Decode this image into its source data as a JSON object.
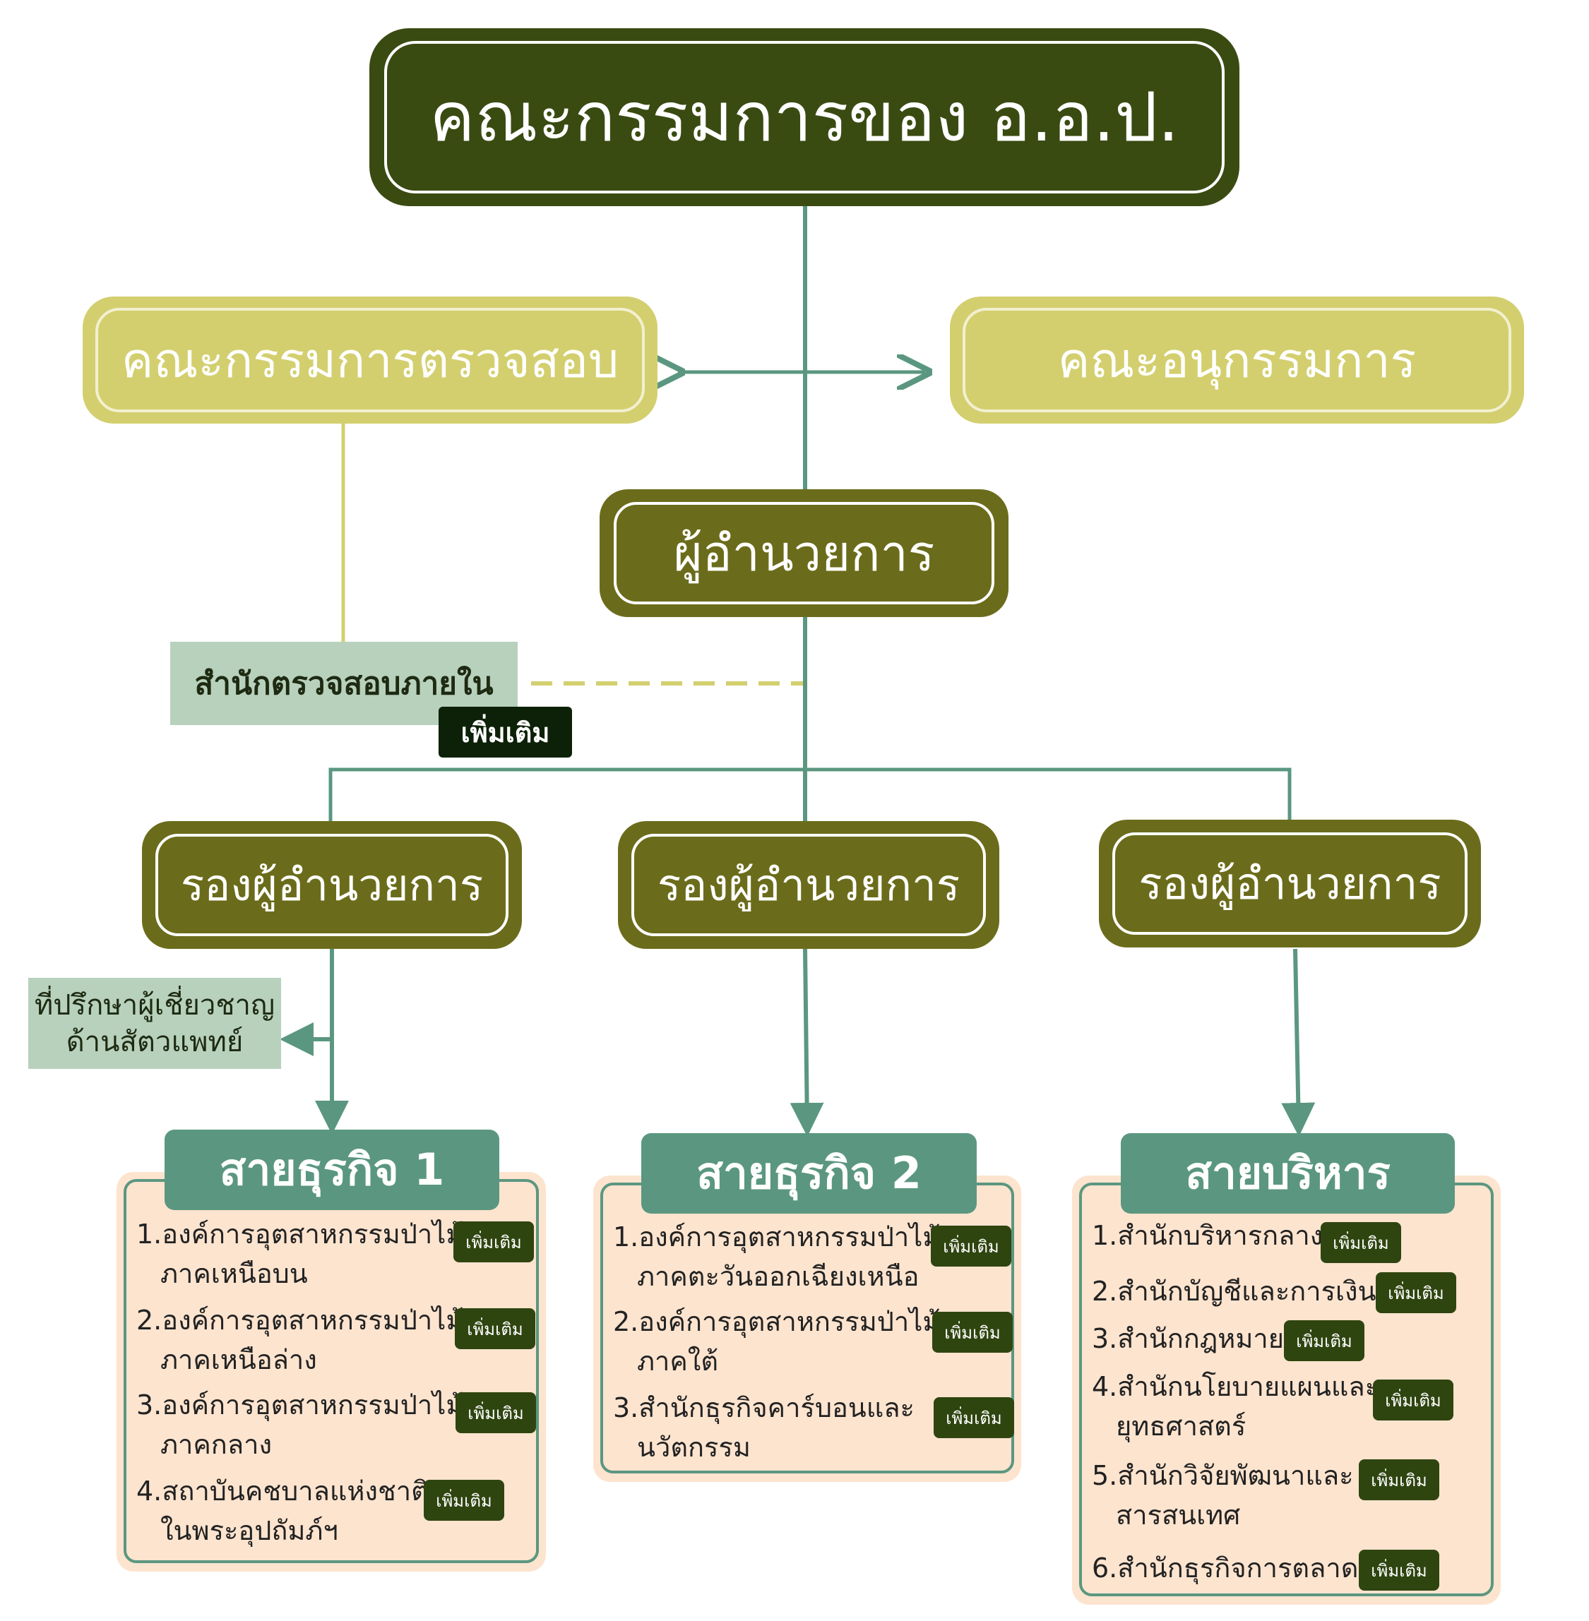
{
  "board": {
    "title": "คณะกรรมการของ อ.อ.ป."
  },
  "audit_committee": {
    "label": "คณะกรรมการตรวจสอบ"
  },
  "subcommittee": {
    "label": "คณะอนุกรรมการ"
  },
  "director": {
    "label": "ผู้อำนวยการ"
  },
  "internal_audit": {
    "label": "สำนักตรวจสอบภายใน",
    "more": "เพิ่มเติม"
  },
  "deputies": [
    {
      "label": "รองผู้อำนวยการ"
    },
    {
      "label": "รองผู้อำนวยการ"
    },
    {
      "label": "รองผู้อำนวยการ"
    }
  ],
  "vet_advisor": {
    "line1": "ที่ปรึกษาผู้เชี่ยวชาญ",
    "line2": "ด้านสัตวแพทย์"
  },
  "divisions": [
    {
      "title": "สายธุรกิจ 1",
      "items": [
        {
          "line1": "1.องค์การอุตสาหกรรมป่าไม้",
          "line2": "ภาคเหนือบน",
          "more": "เพิ่มเติม"
        },
        {
          "line1": "2.องค์การอุตสาหกรรมป่าไม้",
          "line2": "ภาคเหนือล่าง",
          "more": "เพิ่มเติม"
        },
        {
          "line1": "3.องค์การอุตสาหกรรมป่าไม้",
          "line2": "ภาคกลาง",
          "more": "เพิ่มเติม"
        },
        {
          "line1": "4.สถาบันคชบาลแห่งชาติ",
          "line2": "ในพระอุปถัมภ์ฯ",
          "more": "เพิ่มเติม"
        }
      ]
    },
    {
      "title": "สายธุรกิจ 2",
      "items": [
        {
          "line1": "1.องค์การอุตสาหกรรมป่าไม้",
          "line2": "ภาคตะวันออกเฉียงเหนือ",
          "more": "เพิ่มเติม"
        },
        {
          "line1": "2.องค์การอุตสาหกรรมป่าไม้",
          "line2": "ภาคใต้",
          "more": "เพิ่มเติม"
        },
        {
          "line1": "3.สำนักธุรกิจคาร์บอนและ",
          "line2": "นวัตกรรม",
          "more": "เพิ่มเติม"
        }
      ]
    },
    {
      "title": "สายบริหาร",
      "items": [
        {
          "line1": "1.สำนักบริหารกลาง",
          "line2": "",
          "more": "เพิ่มเติม"
        },
        {
          "line1": "2.สำนักบัญชีและการเงิน",
          "line2": "",
          "more": "เพิ่มเติม"
        },
        {
          "line1": "3.สำนักกฎหมาย",
          "line2": "",
          "more": "เพิ่มเติม"
        },
        {
          "line1": "4.สำนักนโยบายแผนและ",
          "line2": "ยุทธศาสตร์",
          "more": "เพิ่มเติม"
        },
        {
          "line1": "5.สำนักวิจัยพัฒนาและ",
          "line2": "สารสนเทศ",
          "more": "เพิ่มเติม"
        },
        {
          "line1": "6.สำนักธุรกิจการตลาด",
          "line2": "",
          "more": "เพิ่มเติม"
        }
      ]
    }
  ],
  "colors": {
    "dark_green": "#3a4b12",
    "olive": "#6b6c1b",
    "yellow_green": "#d3cf6f",
    "teal": "#5b9780",
    "peach": "#fde4cf",
    "sage": "#b8d1bc"
  }
}
